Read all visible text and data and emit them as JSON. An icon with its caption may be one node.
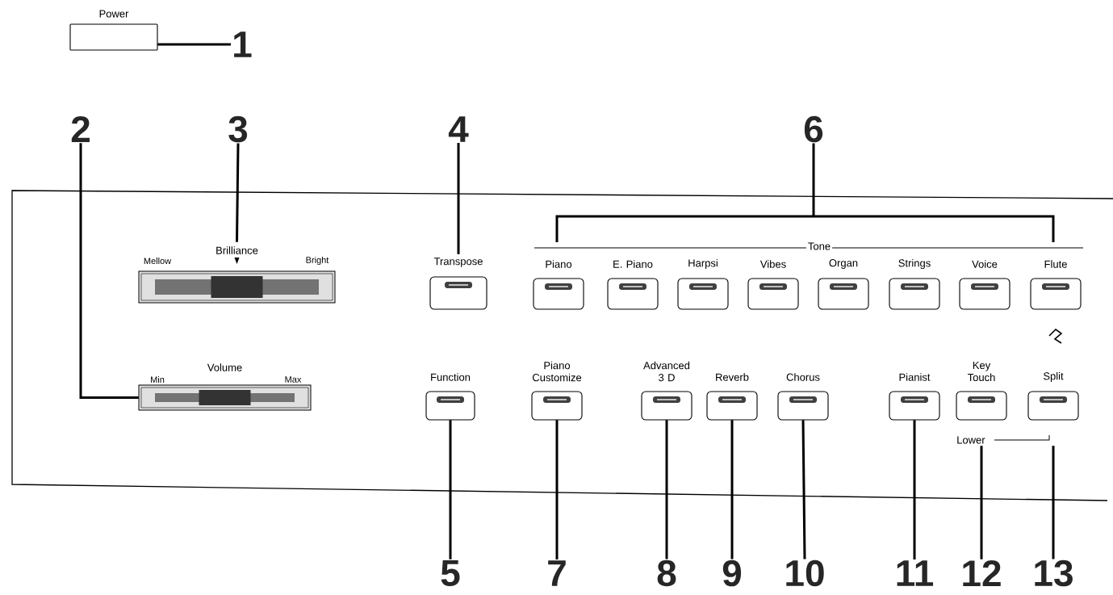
{
  "diagram": {
    "nodes": [
      {
        "text": [
          "1"
        ]
      },
      {
        "text": [
          "Power"
        ]
      },
      {
        "text": [
          "2"
        ]
      },
      {
        "text": [
          "3"
        ]
      },
      {
        "text": [
          "4"
        ]
      },
      {
        "text": [
          "6"
        ]
      },
      {
        "text": [
          "Brilliance",
          "Mellow",
          "Bright"
        ]
      },
      {
        "text": [
          "Transpose"
        ]
      },
      {
        "text": [
          "Tone"
        ]
      },
      {
        "text": [
          "Piano"
        ]
      },
      {
        "text": [
          "E. Piano"
        ]
      },
      {
        "text": [
          "Harpsi"
        ]
      },
      {
        "text": [
          "Vibes"
        ]
      },
      {
        "text": [
          "Organ"
        ]
      },
      {
        "text": [
          "Strings"
        ]
      },
      {
        "text": [
          "Voice"
        ]
      },
      {
        "text": [
          "Flute"
        ]
      },
      {
        "text": [
          "Volume",
          "Min",
          "Max"
        ]
      },
      {
        "text": [
          "Function"
        ]
      },
      {
        "text": [
          "Piano Customize"
        ]
      },
      {
        "text": [
          "Advanced 3 D"
        ]
      },
      {
        "text": [
          "Reverb"
        ]
      },
      {
        "text": [
          "Chorus"
        ]
      },
      {
        "text": [
          "Pianist"
        ]
      },
      {
        "text": [
          "Key Touch"
        ]
      },
      {
        "text": [
          "Split"
        ]
      },
      {
        "text": [
          "5"
        ]
      },
      {
        "text": [
          "7"
        ]
      },
      {
        "text": [
          "8"
        ]
      },
      {
        "text": [
          "9"
        ]
      },
      {
        "text": [
          "10"
        ]
      },
      {
        "text": [
          "11"
        ]
      },
      {
        "text": [
          "12"
        ]
      },
      {
        "text": [
          "13"
        ]
      }
    ],
    "edges": [
      {
        "from": 0,
        "to": 1,
        "arrow": "none"
      },
      {
        "from": 2,
        "to": 17,
        "arrow": "none"
      },
      {
        "from": 3,
        "to": 6,
        "arrow": "none"
      },
      {
        "from": 4,
        "to": 7,
        "arrow": "none"
      },
      {
        "from": 5,
        "to": 8,
        "arrow": "none"
      },
      {
        "from": 26,
        "to": 18,
        "arrow": "none"
      },
      {
        "from": 27,
        "to": 19,
        "arrow": "none"
      },
      {
        "from": 28,
        "to": 20,
        "arrow": "none"
      },
      {
        "from": 29,
        "to": 21,
        "arrow": "none"
      },
      {
        "from": 30,
        "to": 22,
        "arrow": "none"
      },
      {
        "from": 31,
        "to": 23,
        "arrow": "none"
      },
      {
        "from": 32,
        "to": 24,
        "arrow": "none"
      },
      {
        "from": 33,
        "to": 25,
        "arrow": "none"
      }
    ],
    "labels": [
      "Lower"
    ]
  }
}
